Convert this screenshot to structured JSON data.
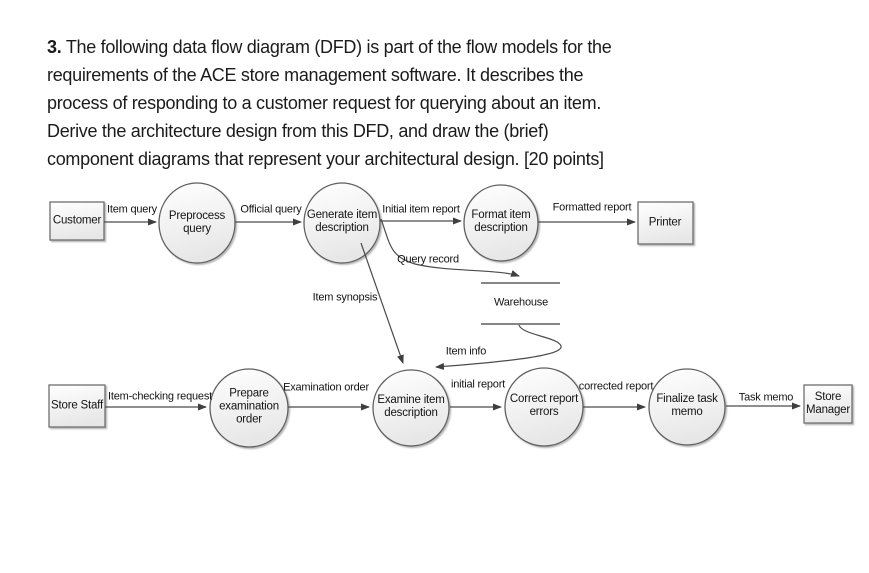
{
  "question": {
    "number": "3.",
    "line1": "The following data flow diagram (DFD) is part of the flow models for the",
    "line2": "requirements of the ACE store management software. It describes the",
    "line3": "process of responding to a customer request for querying about an item.",
    "line4": "Derive the architecture design from this DFD, and draw the (brief)",
    "line5": "component diagrams that represent your architectural design. [20 points]"
  },
  "diagram": {
    "external_entities": [
      {
        "label": "Customer"
      },
      {
        "label": "Printer"
      },
      {
        "label": "Store Staff"
      },
      {
        "label": "Store Manager"
      }
    ],
    "processes": [
      {
        "label": "Preprocess query"
      },
      {
        "label": "Generate item description"
      },
      {
        "label": "Format item description"
      },
      {
        "label": "Prepare examination order"
      },
      {
        "label": "Examine item description"
      },
      {
        "label": "Correct report errors"
      },
      {
        "label": "Finalize task memo"
      }
    ],
    "data_stores": [
      {
        "label": "Warehouse"
      }
    ],
    "flows": [
      {
        "label": "Item query",
        "from": "Customer",
        "to": "Preprocess query"
      },
      {
        "label": "Official query",
        "from": "Preprocess query",
        "to": "Generate item description"
      },
      {
        "label": "Initial item report",
        "from": "Generate item description",
        "to": "Format item description"
      },
      {
        "label": "Formatted report",
        "from": "Format item description",
        "to": "Printer"
      },
      {
        "label": "Query record",
        "from": "Generate item description",
        "to": "Warehouse"
      },
      {
        "label": "Item synopsis",
        "from": "Generate item description",
        "to": "Examine item description"
      },
      {
        "label": "Item info",
        "from": "Warehouse",
        "to": "Examine item description"
      },
      {
        "label": "Item-checking request",
        "from": "Store Staff",
        "to": "Prepare examination order"
      },
      {
        "label": "Examination order",
        "from": "Prepare examination order",
        "to": "Examine item description"
      },
      {
        "label": "initial report",
        "from": "Examine item description",
        "to": "Correct report errors"
      },
      {
        "label": "corrected report",
        "from": "Correct report errors",
        "to": "Finalize task memo"
      },
      {
        "label": "Task memo",
        "from": "Finalize task memo",
        "to": "Store Manager"
      }
    ],
    "colors": {
      "node_stroke": "#5f5f5f",
      "arrow": "#4b4b4b",
      "text": "#141414",
      "node_fill_top": "#ffffff",
      "node_fill_bottom": "#e7e7e7"
    }
  }
}
